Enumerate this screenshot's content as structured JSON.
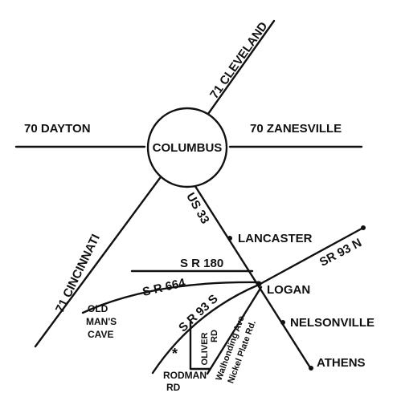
{
  "hub": {
    "name": "COLUMBUS"
  },
  "routes": {
    "north": "71 CLEVELAND",
    "west": "70 DAYTON",
    "east": "70 ZANESVILLE",
    "southwest": "71 CINCINNATI",
    "us33": "US 33",
    "sr180": "S R 180",
    "sr664": "S R 664",
    "sr93n": "SR 93 N",
    "sr93s": "S R 93 S"
  },
  "places": {
    "lancaster": "LANCASTER",
    "logan": "LOGAN",
    "nelsonville": "NELSONVILLE",
    "athens": "ATHENS",
    "old_mans_cave": [
      "OLD",
      "MAN'S",
      "CAVE"
    ],
    "rodman": [
      "RODMAN",
      "RD"
    ],
    "oliver": [
      "OLIVER",
      "RD"
    ],
    "walhonding": [
      "Walhonding Ave.",
      "Nickel Plate Rd."
    ]
  },
  "marker": {
    "symbol": "*",
    "icon": "asterisk-marker"
  },
  "colors": {
    "ink": "#111111",
    "paper": "#ffffff"
  }
}
